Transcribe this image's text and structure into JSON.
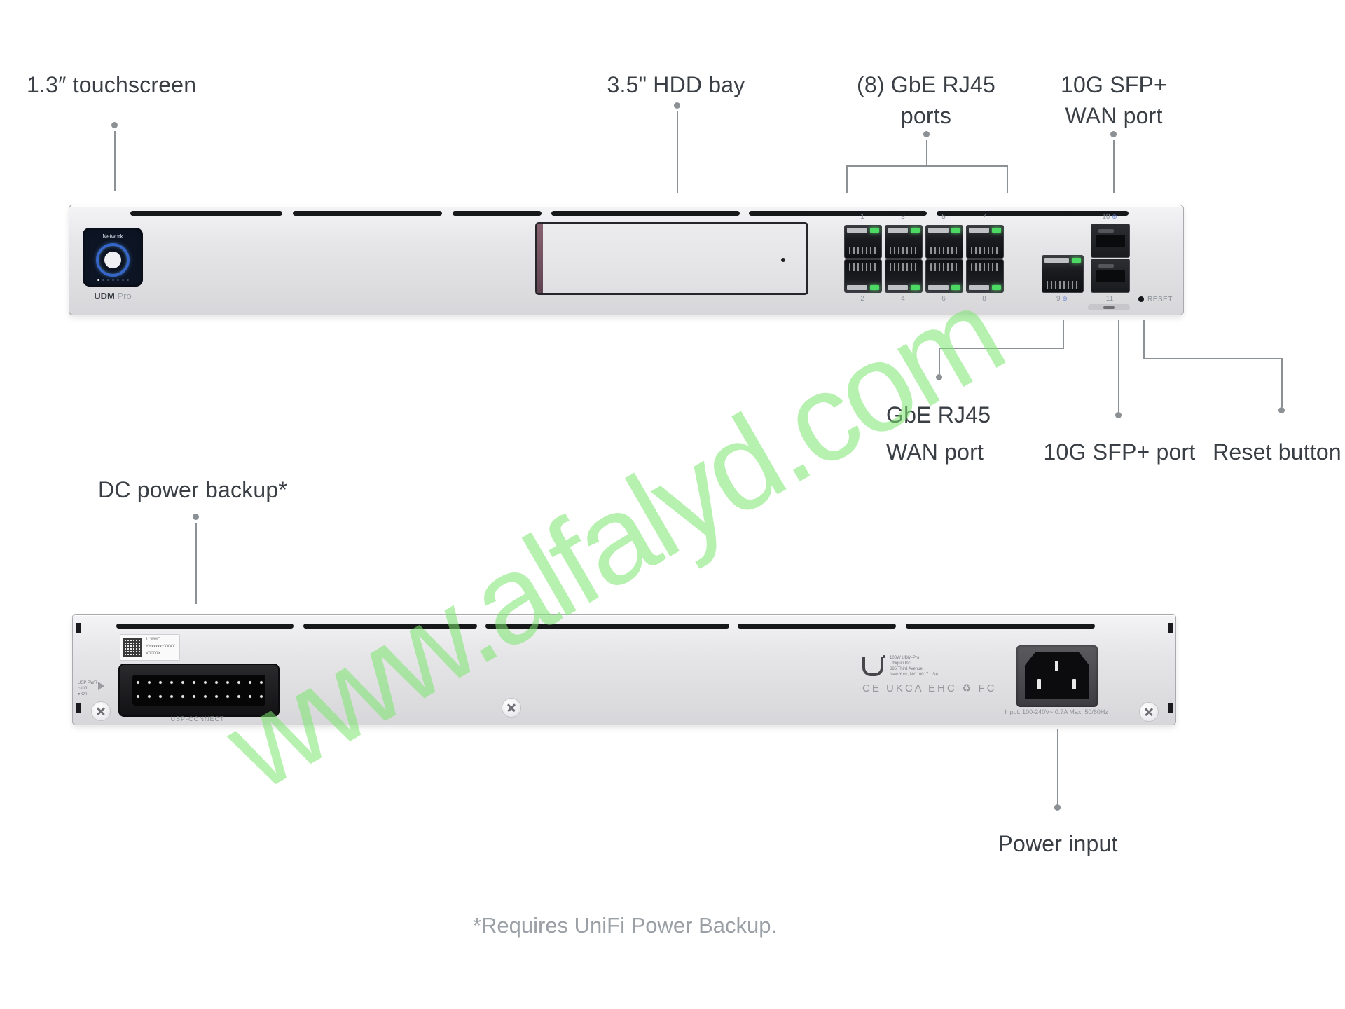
{
  "colors": {
    "label": "#3a3f45",
    "leader": "#8c9196",
    "muted": "#9aa0a6",
    "led_green": "#4cd964",
    "watermark": "#7ce66f"
  },
  "watermark": {
    "text": "www.alfalyd.com",
    "opacity": 0.55
  },
  "callouts": {
    "touchscreen": "1.3″ touchscreen",
    "hdd_bay": "3.5\" HDD bay",
    "rj45_line1": "(8) GbE RJ45",
    "rj45_line2": "ports",
    "sfp_wan_line1": "10G SFP+",
    "sfp_wan_line2": "WAN port",
    "gbe_wan_line1": "GbE RJ45",
    "gbe_wan_line2": "WAN port",
    "sfp_port": "10G SFP+ port",
    "reset": "Reset button",
    "dc_backup": "DC power backup*",
    "power_input": "Power input"
  },
  "front_panel": {
    "screen_app": "Network",
    "model_name": "UDM",
    "model_suffix": "Pro",
    "port_numbers_top": [
      "1",
      "3",
      "5",
      "7"
    ],
    "port_numbers_bottom": [
      "2",
      "4",
      "6",
      "8"
    ],
    "wan_rj45_number": "9",
    "sfp_wan_number": "10",
    "sfp_lan_number": "11",
    "globe_icon": "⊕",
    "reset_label": "RESET"
  },
  "back_panel": {
    "sticker_lines": [
      "11WMC",
      "YYxxxxxxXXXX",
      "X0000X"
    ],
    "usp_connect_label": "USP-CONNECT",
    "side_lines": [
      "USP PWR",
      "○ Off",
      "● On"
    ],
    "brand_lines": [
      "100W UDM-Pro",
      "Ubiquiti Inc.",
      "685 Third Avenue",
      "New York, NY 10017 USA"
    ],
    "cert_text": "CE UKCA EHC ♻ FC",
    "power_rating": "Input: 100-240V~ 0.7A Max. 50/60Hz"
  },
  "footnote": "*Requires UniFi Power Backup."
}
